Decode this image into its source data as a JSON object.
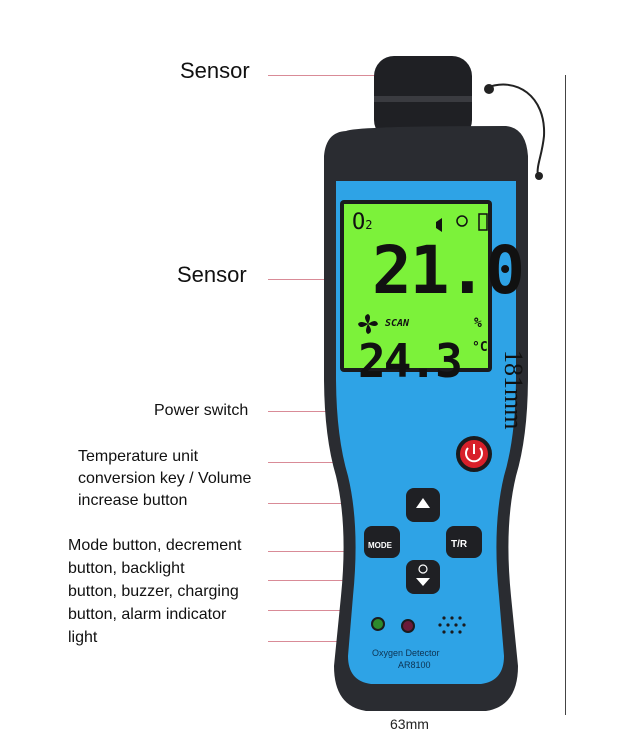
{
  "labels": {
    "sensor_top": "Sensor",
    "sensor_mid": "Sensor",
    "power_switch": "Power switch",
    "temp_unit": [
      "Temperature unit",
      "conversion key / Volume",
      "increase button"
    ],
    "mode": [
      "Mode button, decrement",
      " button, backlight",
      "button, buzzer, charging",
      "button, alarm indicator",
      "light"
    ]
  },
  "dimension": "181mm",
  "bottom_dimension": "63mm",
  "lcd": {
    "gas": "O",
    "gas_sub": "2",
    "reading": "21.0",
    "unit_percent": "%",
    "scan": "SCAN",
    "temperature": "24.3",
    "temp_unit": "°C"
  },
  "buttons": {
    "mode": "MODE",
    "tr": "T/R"
  },
  "device": {
    "name": "Oxygen Detector",
    "model": "AR8100"
  },
  "colors": {
    "body": "#2a2c31",
    "face": "#2ea3e6",
    "lcd": "#7cf23a",
    "power": "#d8202a"
  }
}
